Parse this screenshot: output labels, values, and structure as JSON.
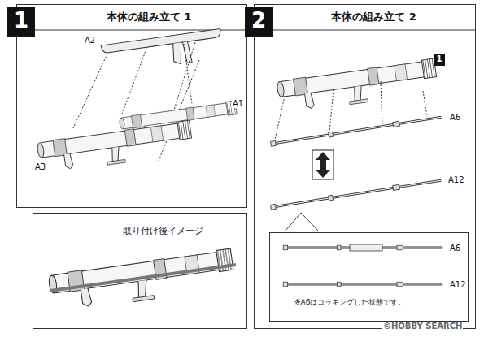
{
  "diagram": {
    "nodes": [
      {
        "text": [
          "本体の組み立て 1"
        ]
      },
      {
        "text": [
          "1"
        ],
        "in": 0
      },
      {
        "text": [
          "取り付け後イメージ"
        ]
      },
      {
        "text": [
          "本体の組み立て 2"
        ]
      },
      {
        "text": [
          "2"
        ],
        "in": 3
      },
      {
        "text": [
          "1"
        ],
        "in": 3
      },
      {
        "text": [
          "※A6はコッキングした状態です。"
        ],
        "in": 3
      }
    ],
    "labels": [
      "A2",
      "A1",
      "A3",
      "A6",
      "A12",
      "A6",
      "A12",
      "©HOBBY SEARCH"
    ]
  }
}
